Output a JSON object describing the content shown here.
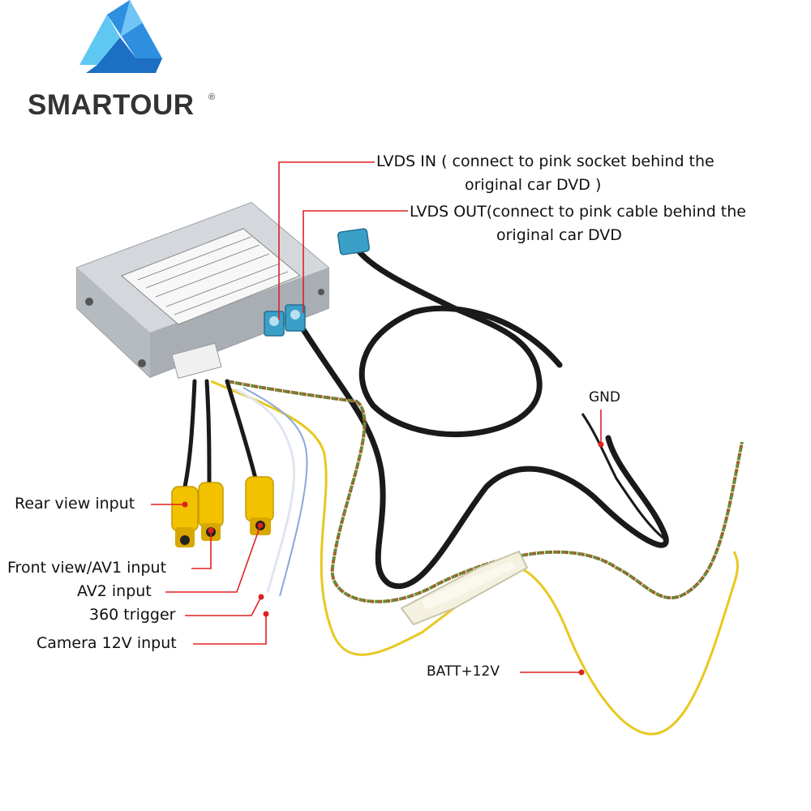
{
  "brand": {
    "name": "SMARTOUR",
    "registered_mark": "®"
  },
  "labels": {
    "lvds_in_line1": "LVDS IN ( connect to pink socket behind the",
    "lvds_in_line2": "original car DVD )",
    "lvds_out_line1": "LVDS OUT(connect to pink cable behind the",
    "lvds_out_line2": "original car DVD",
    "gnd": "GND",
    "rear_view": "Rear view input",
    "front_view": "Front view/AV1 input",
    "av2": "AV2 input",
    "trigger_360": "360 trigger",
    "camera_12v": "Camera 12V input",
    "batt": "BATT+12V"
  },
  "colors": {
    "callout_line": "#e02020",
    "logo_light": "#5ec8f2",
    "logo_dark": "#1d6fc4",
    "box": "#c4c8cc",
    "connector_blue": "#3aa0c8",
    "rca_yellow": "#f2c200",
    "cable_black": "#1a1a1a",
    "wire_yellow": "#e8c820",
    "wire_green_twist": "#6a8a3a"
  }
}
